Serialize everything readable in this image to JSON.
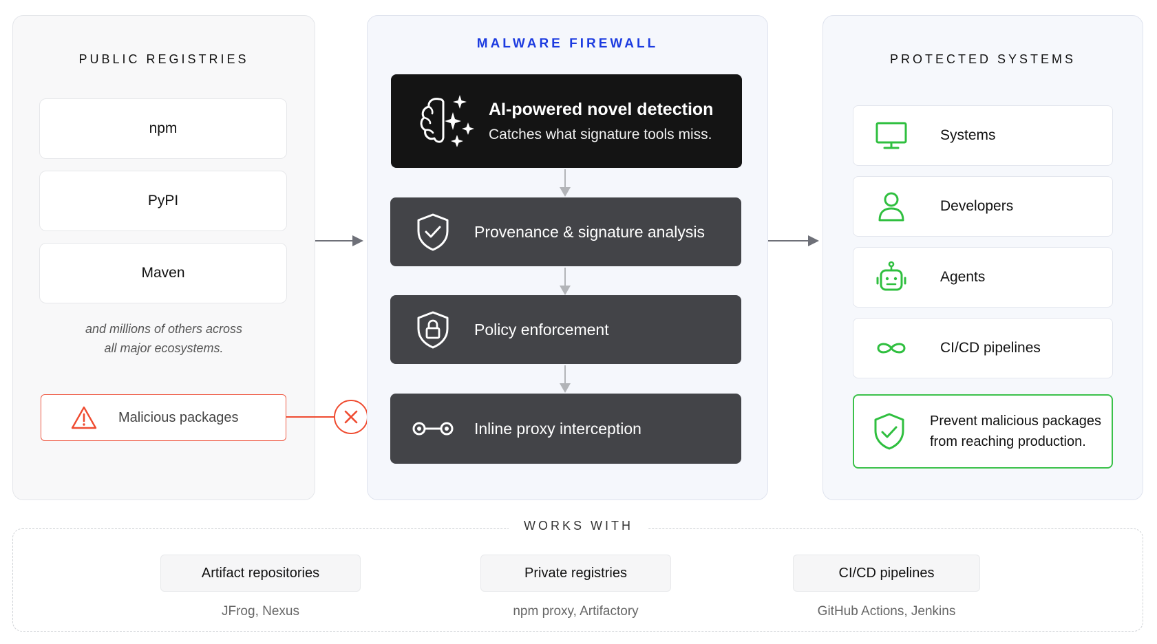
{
  "public_registries": {
    "title": "PUBLIC REGISTRIES",
    "items": [
      "npm",
      "PyPI",
      "Maven"
    ],
    "note_line1": "and millions of others across",
    "note_line2": "all major ecosystems.",
    "malicious_label": "Malicious packages"
  },
  "firewall": {
    "title": "MALWARE FIREWALL",
    "ai_title": "AI-powered novel detection",
    "ai_subtitle": "Catches what signature tools miss.",
    "steps": [
      "Provenance & signature analysis",
      "Policy enforcement",
      "Inline proxy interception"
    ]
  },
  "protected": {
    "title": "PROTECTED SYSTEMS",
    "items": [
      "Systems",
      "Developers",
      "Agents",
      "CI/CD pipelines"
    ],
    "prevent_line1": "Prevent malicious packages",
    "prevent_line2": "from reaching production."
  },
  "works_with": {
    "title": "WORKS WITH",
    "items": [
      {
        "label": "Artifact repositories",
        "sub": "JFrog, Nexus"
      },
      {
        "label": "Private registries",
        "sub": "npm proxy, Artifactory"
      },
      {
        "label": "CI/CD pipelines",
        "sub": "GitHub Actions, Jenkins"
      }
    ]
  },
  "colors": {
    "accent_blue": "#1c3be0",
    "danger_red": "#ef4b30",
    "success_green": "#3bc14a"
  },
  "icons": {
    "ai": "brain-sparkle-icon",
    "provenance": "shield-check-icon",
    "policy": "shield-lock-icon",
    "proxy": "proxy-node-icon",
    "systems": "monitor-icon",
    "developers": "user-icon",
    "agents": "robot-icon",
    "pipelines": "infinity-icon",
    "prevent": "shield-check-icon",
    "malicious": "warning-icon",
    "blocked": "close-circle-icon"
  }
}
